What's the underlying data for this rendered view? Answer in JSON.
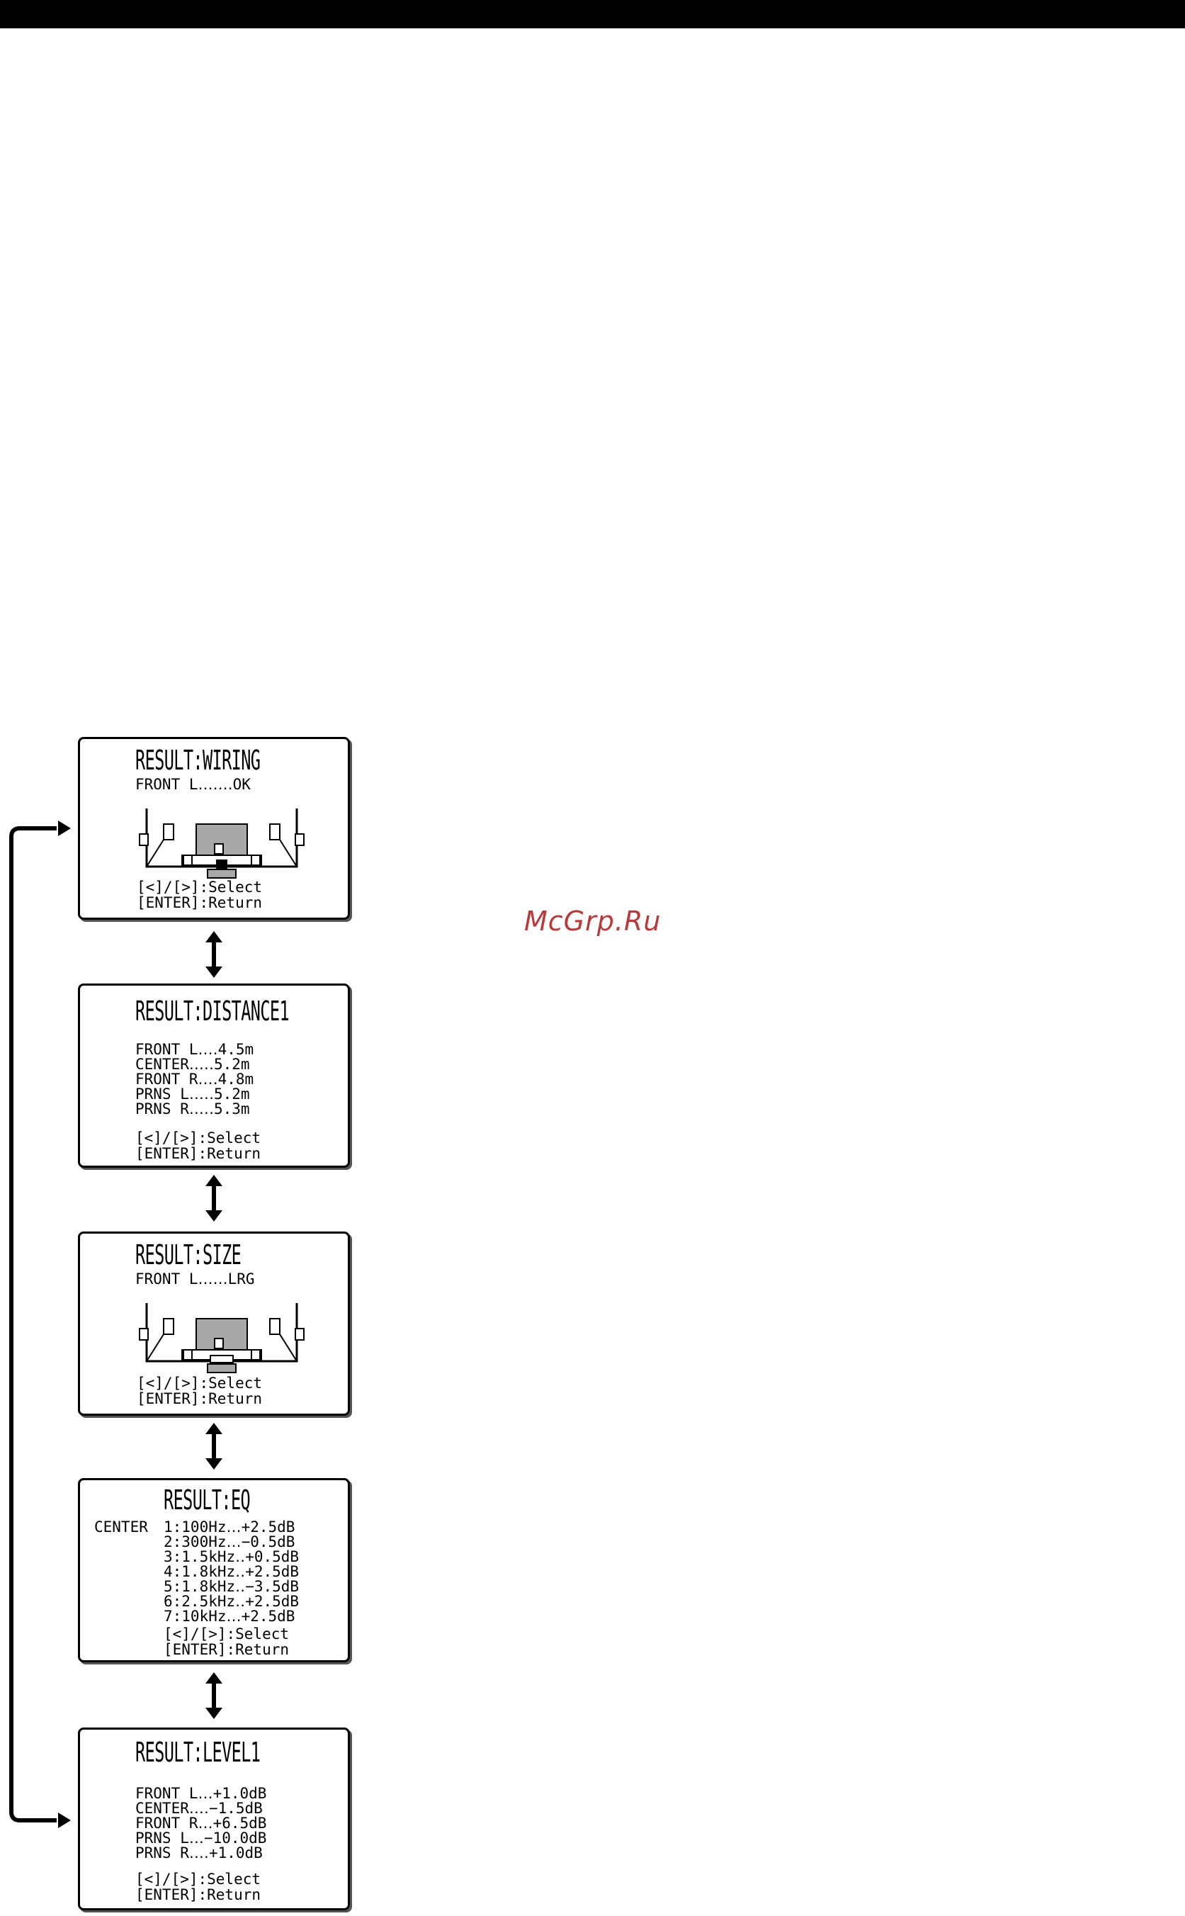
{
  "watermark": "McGrp.Ru",
  "screens": {
    "wiring": {
      "title": "RESULT:WIRING",
      "status": "FRONT L․․․․․․․OK",
      "footer": [
        "[<]/[>]:Select",
        "[ENTER]:Return"
      ]
    },
    "distance": {
      "title": "RESULT:DISTANCE1",
      "lines": [
        "FRONT L․․․․4.5m",
        "CENTER․․․․․5.2m",
        "FRONT R․․․․4.8m",
        "PRNS L․․․․․5.2m",
        "PRNS R․․․․․5.3m"
      ],
      "footer": [
        "[<]/[>]:Select",
        "[ENTER]:Return"
      ]
    },
    "size": {
      "title": "RESULT:SIZE",
      "status": "FRONT L․․․․․․LRG",
      "footer": [
        "[<]/[>]:Select",
        "[ENTER]:Return"
      ]
    },
    "eq": {
      "title": "RESULT:EQ",
      "channel": "CENTER",
      "lines": [
        "1:100Hz․․․+2.5dB",
        "2:300Hz․․․−0.5dB",
        "3:1.5kHz․․+0.5dB",
        "4:1.8kHz․․+2.5dB",
        "5:1.8kHz․․−3.5dB",
        "6:2.5kHz․․+2.5dB",
        "7:10kHz․․․+2.5dB"
      ],
      "footer": [
        "[<]/[>]:Select",
        "[ENTER]:Return"
      ]
    },
    "level": {
      "title": "RESULT:LEVEL1",
      "lines": [
        "FRONT L․․․+1.0dB",
        "CENTER․․․․−1.5dB",
        "FRONT R․․․+6.5dB",
        "PRNS L․․․−10.0dB",
        "PRNS R․․․․+1.0dB"
      ],
      "footer": [
        "[<]/[>]:Select",
        "[ENTER]:Return"
      ]
    }
  }
}
